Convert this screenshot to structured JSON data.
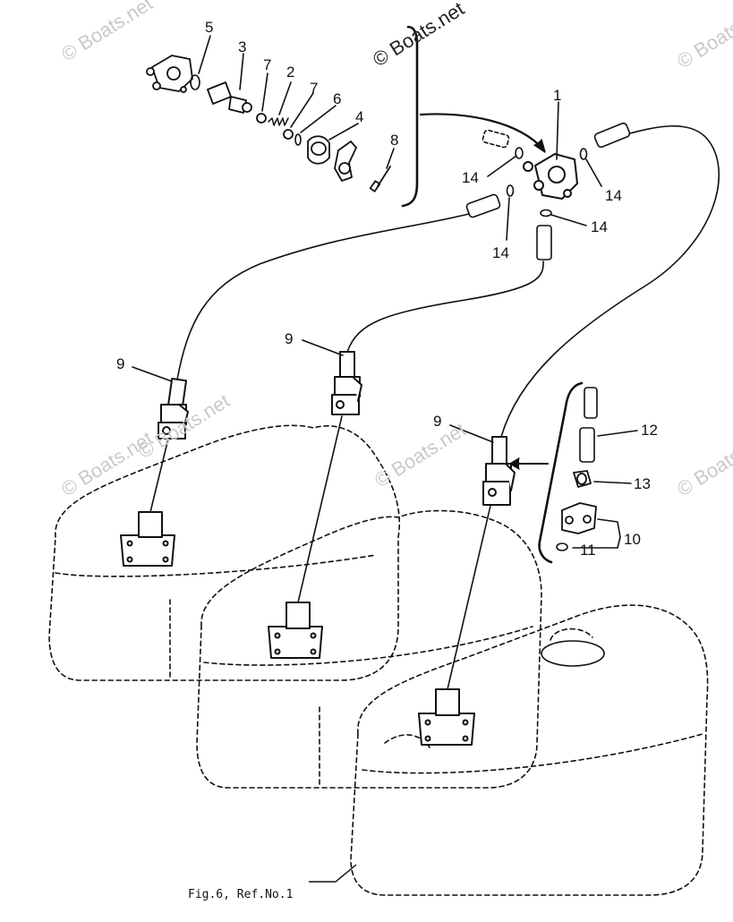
{
  "watermarks": [
    "© Boats.net",
    "© Boats.net",
    "© Boats.net",
    "© Boats.net",
    "© Boats.net",
    "© Boats.net",
    "© Boats.net"
  ],
  "callouts": {
    "c1": "1",
    "c2": "2",
    "c3": "3",
    "c4": "4",
    "c5": "5",
    "c6": "6",
    "c7a": "7",
    "c7b": "7",
    "c8": "8",
    "c9a": "9",
    "c9b": "9",
    "c9c": "9",
    "c10": "10",
    "c11": "11",
    "c12": "12",
    "c13": "13",
    "c14a": "14",
    "c14b": "14",
    "c14c": "14",
    "c14d": "14"
  },
  "caption": "Fig.6, Ref.No.1"
}
